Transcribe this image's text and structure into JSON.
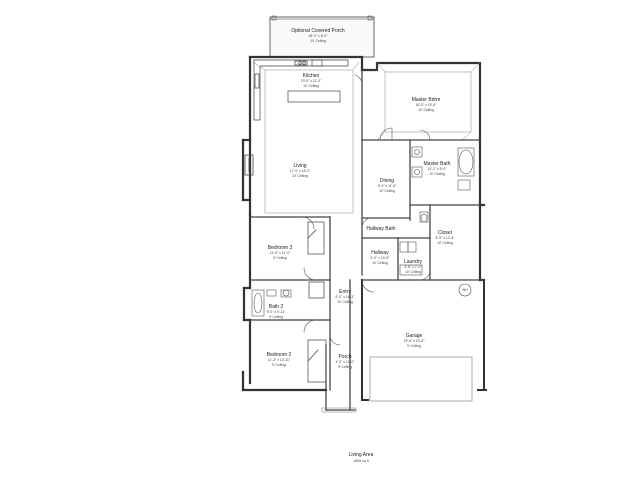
{
  "rooms": {
    "porch_rear": {
      "name": "Optional Covered Porch",
      "dims": "18'-0\" x 8'-0\"",
      "ceiling": "10' Ceiling"
    },
    "kitchen": {
      "name": "Kitchen",
      "dims": "19'-0\" x 11'-0\"",
      "ceiling": "10' Ceiling"
    },
    "master_bedroom": {
      "name": "Master Bdrm",
      "dims": "16'-0\" x 15'-8\"",
      "ceiling": "10' Ceiling"
    },
    "living": {
      "name": "Living",
      "dims": "17'-0\" x 18'-0\"",
      "ceiling": "10' Ceiling"
    },
    "dining": {
      "name": "Dining",
      "dims": "9'-4\" x 11'-6\"",
      "ceiling": "10' Ceiling"
    },
    "master_bath": {
      "name": "Master Bath",
      "dims": "13'-2\" x 9'-0\"",
      "ceiling": "10' Ceiling"
    },
    "closet": {
      "name": "Closet",
      "dims": "8'-9\" x 12'-8\"",
      "ceiling": "10' Ceiling"
    },
    "bedroom3": {
      "name": "Bedroom 3",
      "dims": "11'-0\" x 11'-0\"",
      "ceiling": "9' Ceiling"
    },
    "hallway_bath": {
      "name": "Hallway Bath",
      "dims": ""
    },
    "hallway": {
      "name": "Hallway",
      "dims": "4'-0\" x 10'-8\"",
      "ceiling": "10' Ceiling"
    },
    "laundry": {
      "name": "Laundry",
      "dims": "8'-8\" x 7'-0\"",
      "ceiling": "10' Ceiling"
    },
    "entry": {
      "name": "Entry",
      "dims": "6'-0\" x 16'-3\"",
      "ceiling": "10' Ceiling"
    },
    "bath2": {
      "name": "Bath 2",
      "dims": "9'-0\" x 5'-11\"",
      "ceiling": "9' Ceiling"
    },
    "garage": {
      "name": "Garage",
      "dims": "19'-6\" x 19'-8\"",
      "ceiling": "9' Ceiling"
    },
    "bedroom2": {
      "name": "Bedroom 2",
      "dims": "11'-3\" x 12'-11\"",
      "ceiling": "9' Ceiling"
    },
    "porch_front": {
      "name": "Porch",
      "dims": "4'-0\" x 12'-0\"",
      "ceiling": "9' Ceiling"
    }
  },
  "fixtures": {
    "water_heater": "WH"
  },
  "footer": {
    "title": "Living Area",
    "value": "1865 sq ft"
  }
}
